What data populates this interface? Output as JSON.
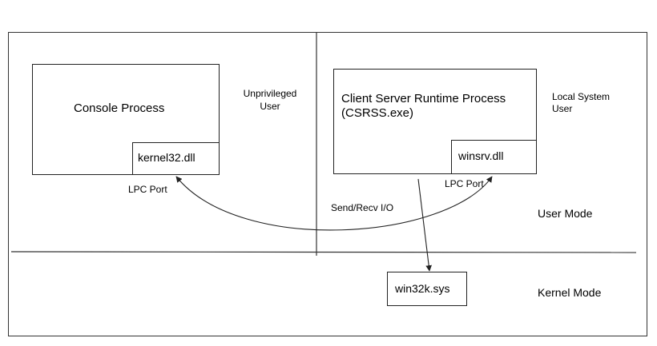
{
  "user_space": {
    "console_process": {
      "title": "Console Process",
      "dll": "kernel32.dll",
      "port": "LPC Port"
    },
    "csrss": {
      "title_line1": "Client Server Runtime Process",
      "title_line2": "(CSRSS.exe)",
      "dll": "winsrv.dll",
      "port": "LPC Port"
    },
    "left_privilege": {
      "line1": "Unprivileged",
      "line2": "User"
    },
    "right_privilege": {
      "line1": "Local System",
      "line2": "User"
    },
    "connection_label": "Send/Recv I/O",
    "mode_label": "User Mode"
  },
  "kernel_space": {
    "driver": "win32k.sys",
    "mode_label": "Kernel Mode"
  }
}
